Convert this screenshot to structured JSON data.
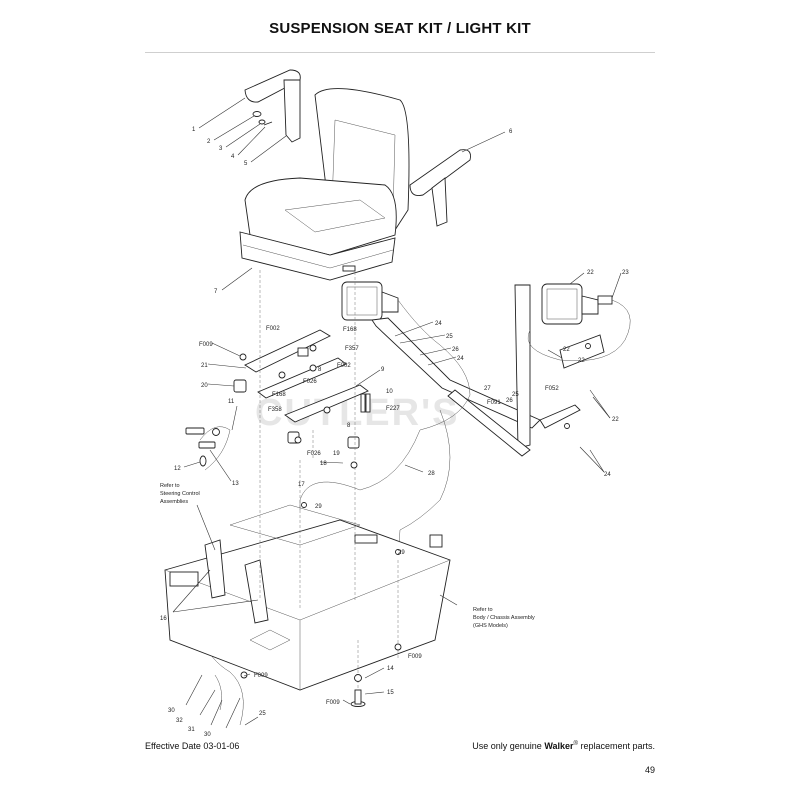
{
  "page": {
    "title": "SUSPENSION SEAT KIT / LIGHT KIT",
    "effective_date": "Effective Date 03-01-06",
    "footer_prefix": "Use only genuine",
    "footer_brand": "Walker",
    "footer_reg": "®",
    "footer_suffix": "replacement parts.",
    "page_number": "49",
    "watermark": "CUTLER'S"
  },
  "callouts": {
    "c1": "1",
    "c2": "2",
    "c3": "3",
    "c4": "4",
    "c5": "5",
    "c6": "6",
    "c7": "7",
    "c8": "8",
    "c8b": "8",
    "c9": "9",
    "c10": "10",
    "c11": "11",
    "c12": "12",
    "c13": "13",
    "c14": "14",
    "c15": "15",
    "c16": "16",
    "c17": "17",
    "c18": "18",
    "c19": "19",
    "c20": "20",
    "c21": "21",
    "c22a": "22",
    "c22b": "22",
    "c22c": "22",
    "c22d": "22",
    "c23": "23",
    "c24a": "24",
    "c24b": "24",
    "c24c": "24",
    "c25a": "25",
    "c25b": "25",
    "c26a": "26",
    "c26b": "26",
    "c27": "27",
    "c28": "28",
    "c29a": "29",
    "c29b": "29",
    "c30a": "30",
    "c30b": "30",
    "c31": "31",
    "c32": "32",
    "f002a": "F002",
    "f002b": "F002",
    "f009a": "F009",
    "f009b": "F009",
    "f009c": "F009",
    "f009d": "F009",
    "f026a": "F026",
    "f026b": "F026",
    "f052": "F052",
    "f091": "F091",
    "f168a": "F168",
    "f168b": "F168",
    "f227": "F227",
    "f357": "F357",
    "f358": "F358"
  },
  "notes": {
    "steer1": "Refer to",
    "steer2": "Steering Control",
    "steer3": "Assemblies",
    "body1": "Refer to",
    "body2": "Body / Chassis Assembly",
    "body3": "(GHS Models)"
  }
}
